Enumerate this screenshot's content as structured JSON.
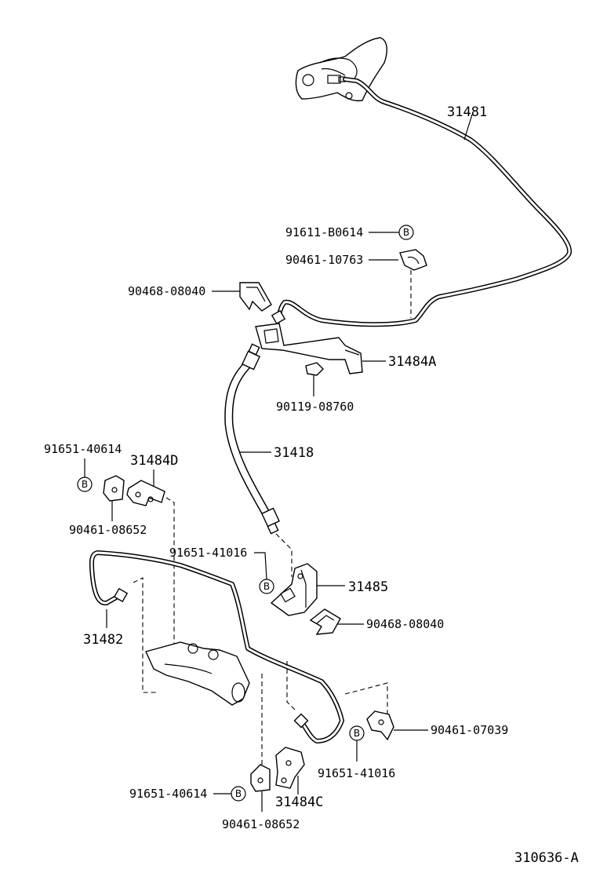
{
  "parts": {
    "p31481": "31481",
    "p91611_B0614": "91611-B0614",
    "p90461_10763": "90461-10763",
    "p90468_08040_top": "90468-08040",
    "p31484A": "31484A",
    "p90119_08760": "90119-08760",
    "p91651_40614_top": "91651-40614",
    "p31484D": "31484D",
    "p31418": "31418",
    "p90461_08652_top": "90461-08652",
    "p91651_41016_top": "91651-41016",
    "p31485": "31485",
    "p90468_08040_mid": "90468-08040",
    "p31482": "31482",
    "p90461_07039": "90461-07039",
    "p91651_41016_bot": "91651-41016",
    "p91651_40614_bot": "91651-40614",
    "p31484C": "31484C",
    "p90461_08652_bot": "90461-08652"
  },
  "badge_letter": "B",
  "diagram_code": "310636-A"
}
